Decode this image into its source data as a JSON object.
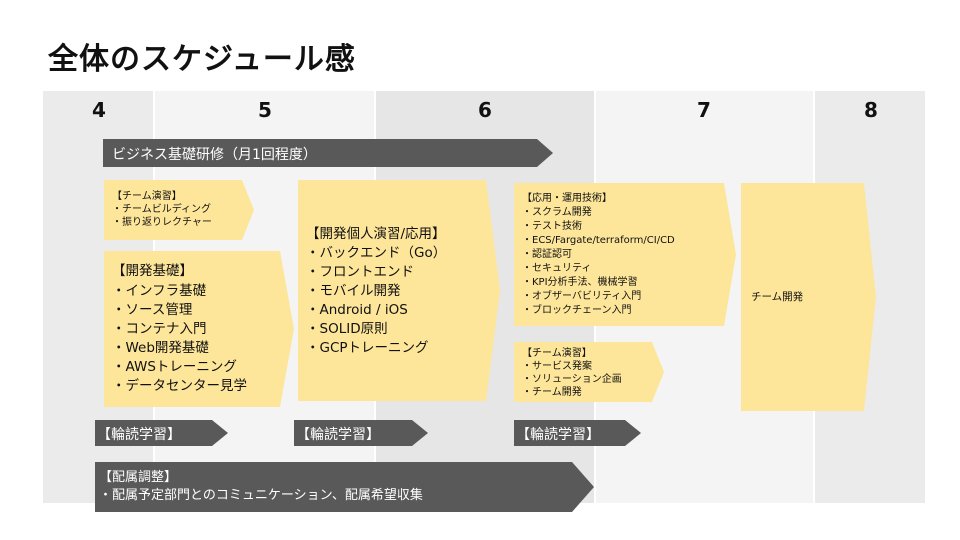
{
  "title": "全体のスケジュール感",
  "months": [
    "4",
    "5",
    "6",
    "7",
    "8"
  ],
  "bars": {
    "business_training": "ビジネス基礎研修（月1回程度）",
    "reading_1": "【輪読学習】",
    "reading_2": "【輪読学習】",
    "reading_3": "【輪読学習】",
    "assignment_title": "【配属調整】",
    "assignment_body": "・配属予定部門とのコミュニケーション、配属希望収集"
  },
  "boxes": {
    "team_practice_1": {
      "title": "【チーム演習】",
      "items": [
        "・チームビルディング",
        "・振り返りレクチャー"
      ]
    },
    "dev_basics": {
      "title": "【開発基礎】",
      "items": [
        "・インフラ基礎",
        "・ソース管理",
        "・コンテナ入門",
        "・Web開発基礎",
        "・AWSトレーニング",
        "・データセンター見学"
      ]
    },
    "dev_individual": {
      "title": "【開発個人演習/応用】",
      "items": [
        "・バックエンド（Go）",
        "・フロントエンド",
        "・モバイル開発",
        "・Android / iOS",
        "・SOLID原則",
        "・GCPトレーニング"
      ]
    },
    "applied_ops": {
      "title": "【応用・運用技術】",
      "items": [
        "・スクラム開発",
        "・テスト技術",
        "・ECS/Fargate/terraform/CI/CD",
        "・認証認可",
        "・セキュリティ",
        "・KPI分析手法、機械学習",
        "・オブザーバビリティ入門",
        "・ブロックチェーン入門"
      ]
    },
    "team_practice_2": {
      "title": "【チーム演習】",
      "items": [
        "・サービス発案",
        "・ソリューション企画",
        "・チーム開発"
      ]
    },
    "team_dev": {
      "title": "チーム開発"
    }
  },
  "colors": {
    "band_light": "#ebebeb",
    "band_mid": "#e3e3e3",
    "bar": "#595959",
    "box": "#fde69a"
  }
}
